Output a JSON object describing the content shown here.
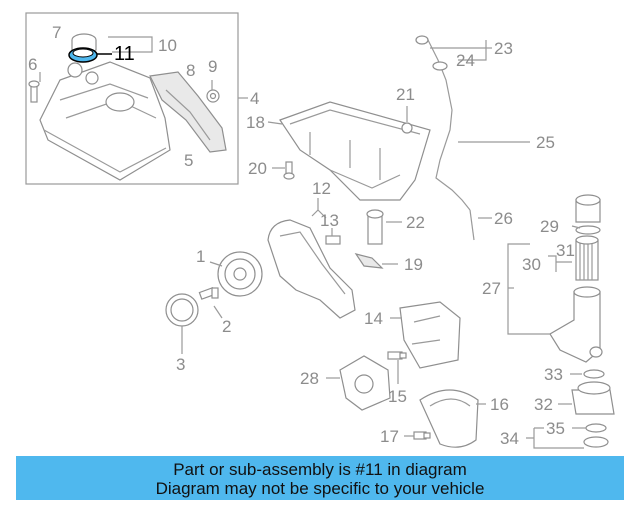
{
  "diagram": {
    "callouts": [
      "1",
      "2",
      "3",
      "4",
      "5",
      "6",
      "7",
      "8",
      "9",
      "10",
      "11",
      "12",
      "13",
      "14",
      "15",
      "16",
      "17",
      "18",
      "19",
      "20",
      "21",
      "22",
      "23",
      "24",
      "25",
      "26",
      "27",
      "28",
      "29",
      "30",
      "31",
      "32",
      "33",
      "34",
      "35"
    ],
    "highlighted_callout": "11",
    "highlight_color": "#4fb8ee",
    "label_color": "#8c8c8c"
  },
  "banner": {
    "line1": "Part or sub-assembly is #11 in diagram",
    "line2": "Diagram may not be specific to your vehicle",
    "background": "#4fb8ee"
  }
}
